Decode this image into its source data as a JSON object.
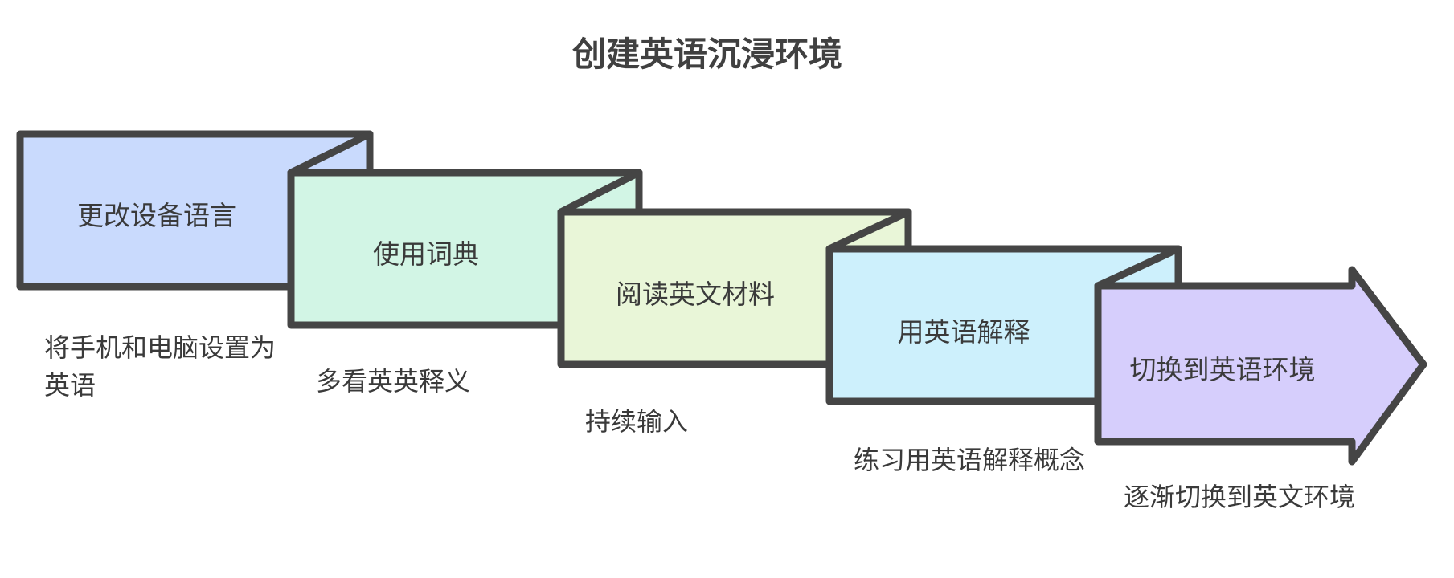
{
  "title": "创建英语沉浸环境",
  "steps": [
    {
      "label": "更改设备语言",
      "caption": "将手机和电脑设置为英语",
      "color": "#c9dafd"
    },
    {
      "label": "使用词典",
      "caption": "多看英英释义",
      "color": "#d2f5e5"
    },
    {
      "label": "阅读英文材料",
      "caption": "持续输入",
      "color": "#e9f6d8"
    },
    {
      "label": "用英语解释",
      "caption": "练习用英语解释概念",
      "color": "#cdf0fc"
    },
    {
      "label": "切换到英语环境",
      "caption": "逐渐切换到英文环境",
      "color": "#d6cefc"
    }
  ],
  "stroke_color": "#454545"
}
